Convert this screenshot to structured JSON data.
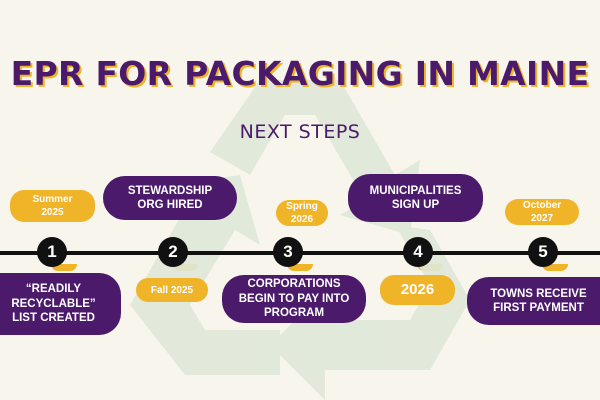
{
  "title": "EPR FOR PACKAGING IN MAINE",
  "subtitle": "NEXT STEPS",
  "colors": {
    "background": "#f8f6ec",
    "purple": "#4b1a6b",
    "gold": "#f0b429",
    "line": "#111111",
    "watermark": "#dfe8d9"
  },
  "icons": {
    "watermark": "recycle-icon"
  },
  "steps": [
    {
      "number": "1",
      "date": "Summer 2025",
      "label": "“READILY RECYCLABLE” LIST CREATED"
    },
    {
      "number": "2",
      "date": "Fall 2025",
      "label": "STEWARDSHIP ORG HIRED"
    },
    {
      "number": "3",
      "date": "Spring 2026",
      "label": "CORPORATIONS BEGIN TO PAY INTO PROGRAM"
    },
    {
      "number": "4",
      "date": "2026",
      "label": "MUNICIPALITIES SIGN UP"
    },
    {
      "number": "5",
      "date": "October 2027",
      "label": "TOWNS RECEIVE FIRST PAYMENT"
    }
  ]
}
